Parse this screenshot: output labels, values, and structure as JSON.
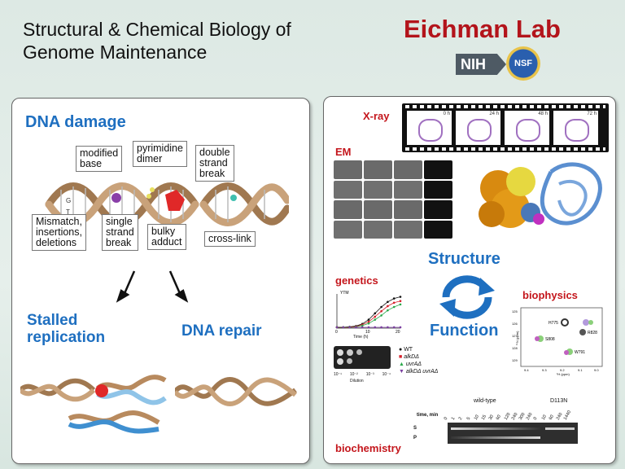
{
  "header": {
    "title_line1": "Structural & Chemical Biology of",
    "title_line2": "Genome Maintenance",
    "lab_name": "Eichman Lab",
    "logo_nih": "NIH",
    "logo_nsf": "NSF"
  },
  "left_panel": {
    "heading": "DNA damage",
    "labels": {
      "modified_base": "modified\nbase",
      "pyrimidine_dimer": "pyrimidine\ndimer",
      "double_strand_break": "double\nstrand\nbreak",
      "mismatch": "Mismatch,\ninsertions,\ndeletions",
      "single_strand_break": "single\nstrand\nbreak",
      "bulky_adduct": "bulky\nadduct",
      "cross_link": "cross-link"
    },
    "outcome_left": "Stalled\nreplication",
    "outcome_right": "DNA repair"
  },
  "right_panel": {
    "xray": "X-ray",
    "em": "EM",
    "genetics": "genetics",
    "structure": "Structure",
    "function": "Function",
    "biophysics": "biophysics",
    "biochemistry": "biochemistry",
    "xray_frames": [
      "0 h",
      "24 h",
      "48 h",
      "72 h"
    ],
    "genetics_plot": {
      "ytitle": "YTM",
      "xlabel": "Time (h)",
      "xticks": [
        "0",
        "10",
        "20"
      ],
      "dilution_label": "Dilution",
      "dilutions": [
        "10⁻¹",
        "10⁻²",
        "10⁻³",
        "10⁻⁴"
      ],
      "legend": [
        {
          "name": "WT",
          "color": "#111111"
        },
        {
          "name": "alkDΔ",
          "color": "#d6202a"
        },
        {
          "name": "uvrAΔ",
          "color": "#2aa84a"
        },
        {
          "name": "alkDΔ uvrAΔ",
          "color": "#7b3fa0"
        }
      ],
      "series": [
        {
          "name": "WT",
          "color": "#111111",
          "values": [
            0.02,
            0.02,
            0.03,
            0.05,
            0.1,
            0.2,
            0.35,
            0.5,
            0.62,
            0.7,
            0.74
          ]
        },
        {
          "name": "alkDΔ",
          "color": "#d6202a",
          "values": [
            0.02,
            0.02,
            0.02,
            0.04,
            0.08,
            0.15,
            0.27,
            0.4,
            0.52,
            0.6,
            0.64
          ]
        },
        {
          "name": "uvrAΔ",
          "color": "#2aa84a",
          "values": [
            0.02,
            0.02,
            0.02,
            0.03,
            0.06,
            0.11,
            0.2,
            0.3,
            0.42,
            0.5,
            0.56
          ]
        },
        {
          "name": "alkDΔ uvrAΔ",
          "color": "#7b3fa0",
          "values": [
            0.02,
            0.02,
            0.02,
            0.02,
            0.02,
            0.02,
            0.02,
            0.02,
            0.02,
            0.02,
            0.02
          ]
        }
      ]
    },
    "nmr": {
      "peaks": [
        "H775",
        "R828",
        "S808",
        "W791"
      ],
      "xaxis": "¹H (ppm)",
      "yaxis": "¹⁵N (ppm)",
      "xticks": [
        "9.4",
        "9.3",
        "9.2",
        "9.1",
        "9.0"
      ],
      "yticks": [
        "125",
        "126",
        "127",
        "128",
        "129"
      ]
    },
    "gel": {
      "time_label": "time, min",
      "group1": "wild-type",
      "group2": "D113N",
      "lane_times_wt": [
        "0",
        "1",
        "2",
        "5",
        "10",
        "15",
        "30",
        "60",
        "120",
        "240",
        "300",
        "240"
      ],
      "lane_times_mut": [
        "0",
        "10",
        "60",
        "240",
        "1440"
      ],
      "row_labels": [
        "S",
        "P"
      ]
    }
  }
}
